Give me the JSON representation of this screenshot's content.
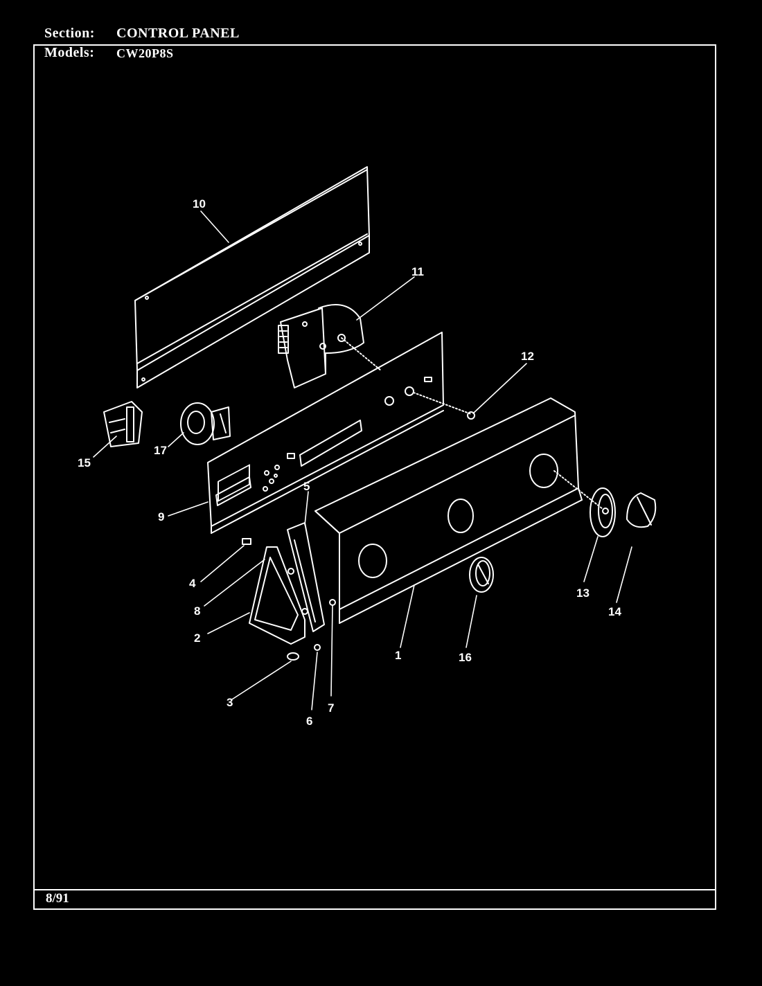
{
  "header": {
    "section_label": "Section:",
    "section_value": "CONTROL PANEL",
    "models_label": "Models:",
    "models_value": "CW20P8S"
  },
  "footer": {
    "date": "8/91"
  },
  "callouts": {
    "c1": "1",
    "c2": "2",
    "c3": "3",
    "c4": "4",
    "c5": "5",
    "c6": "6",
    "c7": "7",
    "c8": "8",
    "c9": "9",
    "c10": "10",
    "c11": "11",
    "c12": "12",
    "c13": "13",
    "c14": "14",
    "c15": "15",
    "c16": "16",
    "c17": "17"
  },
  "colors": {
    "background": "#000000",
    "ink": "#ffffff"
  }
}
